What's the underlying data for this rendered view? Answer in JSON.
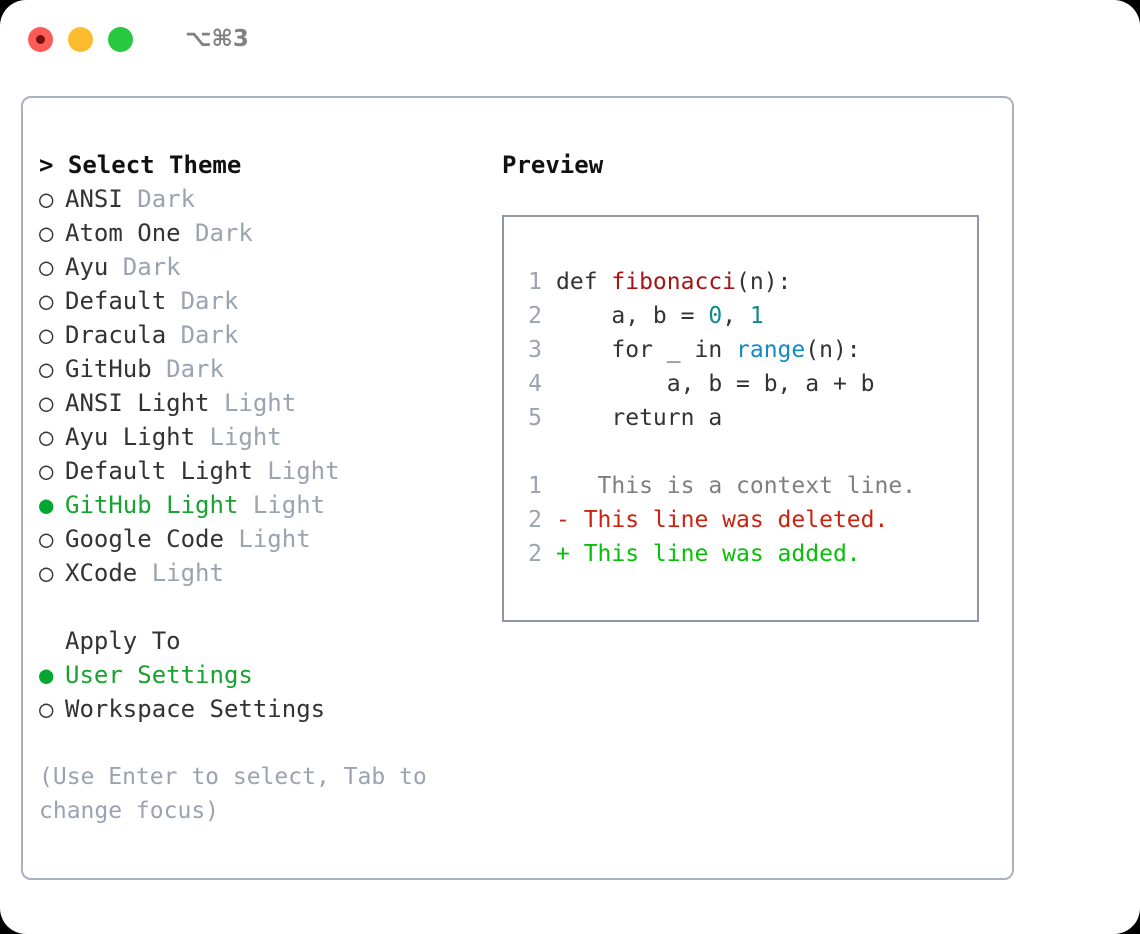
{
  "window": {
    "traffic_lights": [
      "close",
      "minimize",
      "maximize"
    ],
    "shortcut_label": "⌥⌘3"
  },
  "theme_selector": {
    "header_prefix": "> ",
    "header_label": "Select Theme",
    "bullet_unselected": "○",
    "bullet_selected": "●",
    "accent_color": "#18a330",
    "variant_color": "#9aa3b0",
    "items": [
      {
        "label": "ANSI",
        "variant": "Dark",
        "selected": false
      },
      {
        "label": "Atom One",
        "variant": "Dark",
        "selected": false
      },
      {
        "label": "Ayu",
        "variant": "Dark",
        "selected": false
      },
      {
        "label": "Default",
        "variant": "Dark",
        "selected": false
      },
      {
        "label": "Dracula",
        "variant": "Dark",
        "selected": false
      },
      {
        "label": "GitHub",
        "variant": "Dark",
        "selected": false
      },
      {
        "label": "ANSI Light",
        "variant": "Light",
        "selected": false
      },
      {
        "label": "Ayu Light",
        "variant": "Light",
        "selected": false
      },
      {
        "label": "Default Light",
        "variant": "Light",
        "selected": false
      },
      {
        "label": "GitHub Light",
        "variant": "Light",
        "selected": true
      },
      {
        "label": "Google Code",
        "variant": "Light",
        "selected": false
      },
      {
        "label": "XCode",
        "variant": "Light",
        "selected": false
      }
    ]
  },
  "apply_to": {
    "header_label": "Apply To",
    "items": [
      {
        "label": "User Settings",
        "selected": true
      },
      {
        "label": "Workspace Settings",
        "selected": false
      }
    ]
  },
  "hint": {
    "text": "(Use Enter to select, Tab to change focus)"
  },
  "preview": {
    "title": "Preview",
    "code_lines": [
      {
        "lineno": "1",
        "tokens": [
          {
            "text": "def ",
            "type": "plain"
          },
          {
            "text": "fibonacci",
            "type": "fn"
          },
          {
            "text": "(n):",
            "type": "plain"
          }
        ]
      },
      {
        "lineno": "2",
        "tokens": [
          {
            "text": "    a, b = ",
            "type": "plain"
          },
          {
            "text": "0",
            "type": "num"
          },
          {
            "text": ", ",
            "type": "plain"
          },
          {
            "text": "1",
            "type": "num"
          }
        ]
      },
      {
        "lineno": "3",
        "tokens": [
          {
            "text": "    for _ in ",
            "type": "plain"
          },
          {
            "text": "range",
            "type": "call"
          },
          {
            "text": "(n):",
            "type": "plain"
          }
        ]
      },
      {
        "lineno": "4",
        "tokens": [
          {
            "text": "        a, b = b, a + b",
            "type": "plain"
          }
        ]
      },
      {
        "lineno": "5",
        "tokens": [
          {
            "text": "    return a",
            "type": "plain"
          }
        ]
      }
    ],
    "diff_lines": [
      {
        "lineno": "1",
        "marker": " ",
        "text": "  This is a context line.",
        "kind": "context"
      },
      {
        "lineno": "2",
        "marker": "-",
        "text": " This line was deleted.",
        "kind": "deleted"
      },
      {
        "lineno": "2",
        "marker": "+",
        "text": " This line was added.",
        "kind": "added"
      }
    ],
    "colors": {
      "function_name": "#a81414",
      "number": "#0f8a8a",
      "builtin_call": "#1288c4",
      "context": "#7f7f7f",
      "deleted": "#cc2211",
      "added": "#07c007",
      "lineno": "#9aa3b0",
      "border": "#8d97a8"
    }
  }
}
